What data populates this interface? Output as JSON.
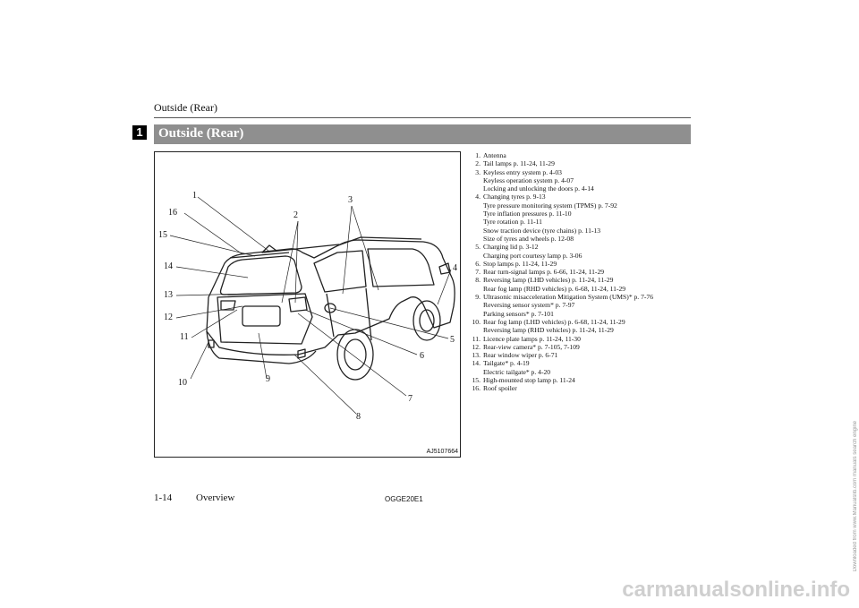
{
  "header": {
    "running_title": "Outside (Rear)"
  },
  "section": {
    "tab_number": "1",
    "title": "Outside (Rear)"
  },
  "figure": {
    "code": "AJ5107664",
    "callouts": [
      "1",
      "2",
      "3",
      "4",
      "5",
      "6",
      "7",
      "8",
      "9",
      "10",
      "11",
      "12",
      "13",
      "14",
      "15",
      "16"
    ]
  },
  "legend": [
    {
      "num": "1.",
      "lines": [
        "Antenna"
      ]
    },
    {
      "num": "2.",
      "lines": [
        "Tail lamps p. 11-24, 11-29"
      ]
    },
    {
      "num": "3.",
      "lines": [
        "Keyless entry system p. 4-03",
        "Keyless operation system p. 4-07",
        "Locking and unlocking the doors p. 4-14"
      ]
    },
    {
      "num": "4.",
      "lines": [
        "Changing tyres p. 9-13",
        "Tyre pressure monitoring system (TPMS) p. 7-92",
        "Tyre inflation pressures p. 11-10",
        "Tyre rotation p. 11-11",
        "Snow traction device (tyre chains) p. 11-13",
        "Size of tyres and wheels p. 12-08"
      ]
    },
    {
      "num": "5.",
      "lines": [
        "Charging lid p. 3-12",
        "Charging port courtesy lamp p. 3-06"
      ]
    },
    {
      "num": "6.",
      "lines": [
        "Stop lamps p. 11-24, 11-29"
      ]
    },
    {
      "num": "7.",
      "lines": [
        "Rear turn-signal lamps p. 6-66, 11-24, 11-29"
      ]
    },
    {
      "num": "8.",
      "lines": [
        "Reversing lamp (LHD vehicles) p. 11-24, 11-29",
        "Rear fog lamp (RHD vehicles) p. 6-68, 11-24, 11-29"
      ]
    },
    {
      "num": "9.",
      "lines": [
        "Ultrasonic misacceleration Mitigation System (UMS)* p. 7-76",
        "Reversing sensor system* p. 7-97",
        "Parking sensors* p. 7-101"
      ]
    },
    {
      "num": "10.",
      "lines": [
        "Rear fog lamp (LHD vehicles) p. 6-68, 11-24, 11-29",
        "Reversing lamp (RHD vehicles) p. 11-24, 11-29"
      ]
    },
    {
      "num": "11.",
      "lines": [
        "Licence plate lamps p. 11-24, 11-30"
      ]
    },
    {
      "num": "12.",
      "lines": [
        "Rear-view camera* p. 7-105, 7-109"
      ]
    },
    {
      "num": "13.",
      "lines": [
        "Rear window wiper p. 6-71"
      ]
    },
    {
      "num": "14.",
      "lines": [
        "Tailgate* p. 4-19",
        "Electric tailgate* p. 4-20"
      ]
    },
    {
      "num": "15.",
      "lines": [
        "High-mounted stop lamp p. 11-24"
      ]
    },
    {
      "num": "16.",
      "lines": [
        "Roof spoiler"
      ]
    }
  ],
  "footer": {
    "page": "1-14",
    "section": "Overview",
    "code": "OGGE20E1"
  },
  "watermark": {
    "main": "carmanualsonline.info",
    "vertical": "Downloaded from www.Manualslib.com manuals search engine"
  }
}
